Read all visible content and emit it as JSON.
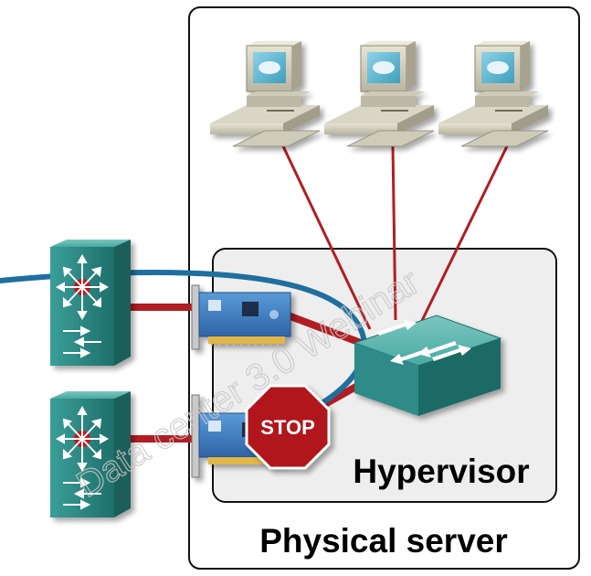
{
  "labels": {
    "hypervisor": "Hypervisor",
    "physical_server": "Physical server",
    "stop_sign": "STOP"
  },
  "watermark": "Data center 3.0 Webinar",
  "colors": {
    "link_red": "#b01e23",
    "flow_blue": "#1f6f9f",
    "device_teal": "#2e8b87",
    "nic_blue": "#3d7fc4",
    "pc_beige": "#d6d2c0",
    "stop_red": "#b0141c",
    "hypervisor_fill": "#eeeeee"
  },
  "icons": {
    "vms": [
      "pc-icon",
      "pc-icon",
      "pc-icon"
    ],
    "uplink_switches": [
      "multilayer-switch-icon",
      "multilayer-switch-icon"
    ],
    "nics": [
      "nic-card-icon",
      "nic-card-icon"
    ],
    "virtual_switch": "virtual-switch-icon",
    "stop": "stop-sign-icon"
  }
}
